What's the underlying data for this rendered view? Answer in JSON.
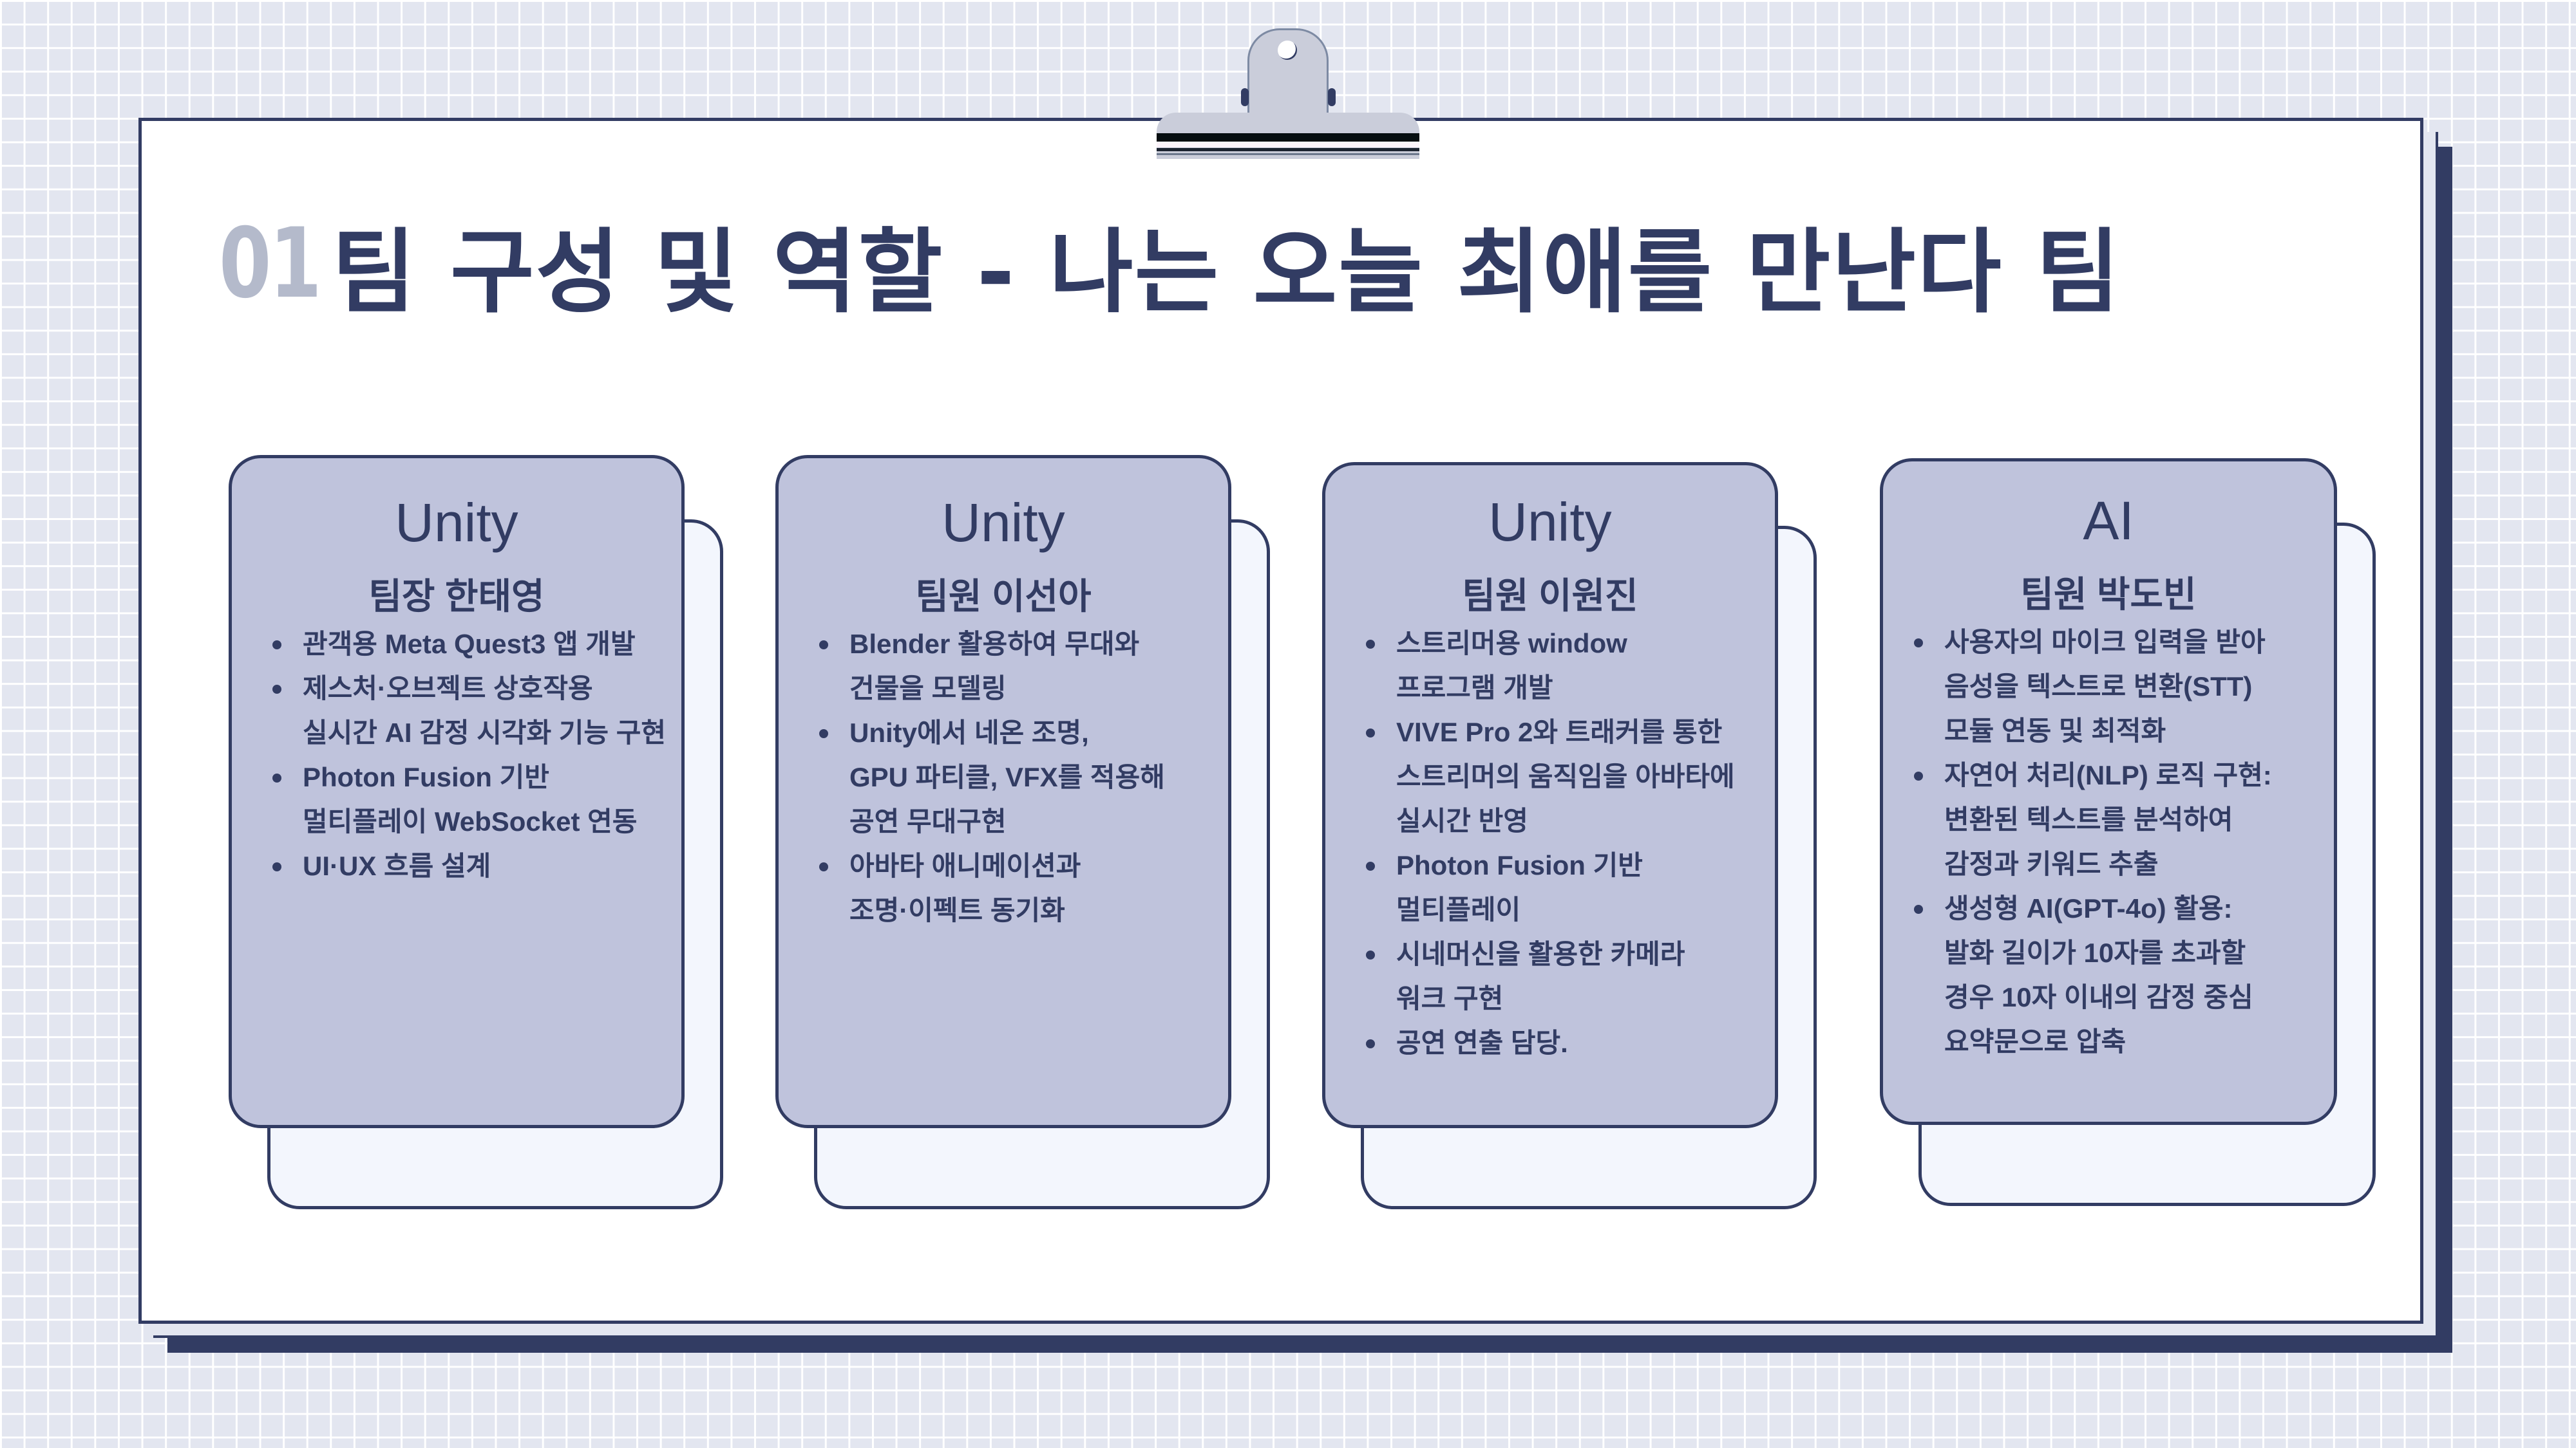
{
  "slide": {
    "number": "01",
    "title": "팀 구성 및 역할 - 나는 오늘 최애를 만난다 팀"
  },
  "colors": {
    "navy": "#323c63",
    "card_fill": "#bfc3dc",
    "card_back_fill": "#f3f6fd",
    "number_gray": "#b4bacb",
    "grid_bg": "#e3e6f0"
  },
  "cards": [
    {
      "category": "Unity",
      "member": "팀장 한태영",
      "tasks": [
        "관객용 Meta Quest3 앱 개발",
        "제스처·오브젝트 상호작용\n실시간 AI 감정 시각화 기능 구현",
        "Photon Fusion 기반\n멀티플레이 WebSocket 연동",
        " UI·UX 흐름 설계"
      ]
    },
    {
      "category": "Unity",
      "member": "팀원 이선아",
      "tasks": [
        "Blender 활용하여 무대와\n건물을 모델링",
        " Unity에서 네온 조명,\n GPU 파티클, VFX를 적용해\n 공연 무대구현",
        "아바타 애니메이션과\n조명·이펙트 동기화"
      ]
    },
    {
      "category": "Unity",
      "member": "팀원 이원진",
      "tasks": [
        "스트리머용 window\n프로그램 개발",
        "VIVE Pro 2와 트래커를 통한\n스트리머의 움직임을 아바타에\n실시간 반영",
        " Photon Fusion 기반\n 멀티플레이",
        "시네머신을 활용한 카메라\n워크 구현",
        "공연 연출 담당."
      ]
    },
    {
      "category": "AI",
      "member": "팀원 박도빈",
      "tasks": [
        "사용자의 마이크 입력을 받아\n음성을 텍스트로 변환(STT)\n모듈 연동 및 최적화",
        "자연어 처리(NLP) 로직 구현:\n변환된 텍스트를 분석하여\n감정과 키워드 추출",
        "생성형 AI(GPT-4o) 활용:\n발화 길이가 10자를 초과할\n경우 10자 이내의 감정 중심\n요약문으로 압축"
      ]
    }
  ]
}
